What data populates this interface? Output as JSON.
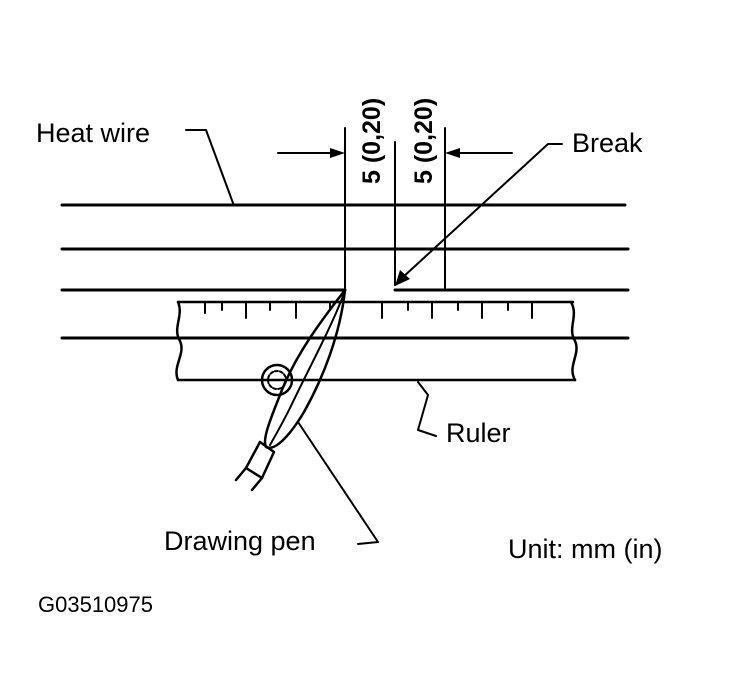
{
  "labels": {
    "heat_wire": "Heat wire",
    "break": "Break",
    "ruler": "Ruler",
    "drawing_pen": "Drawing pen",
    "unit": "Unit: mm (in)",
    "figure_code": "G03510975"
  },
  "dimensions": [
    {
      "text": "5 (0,20)"
    },
    {
      "text": "5 (0,20)"
    }
  ]
}
